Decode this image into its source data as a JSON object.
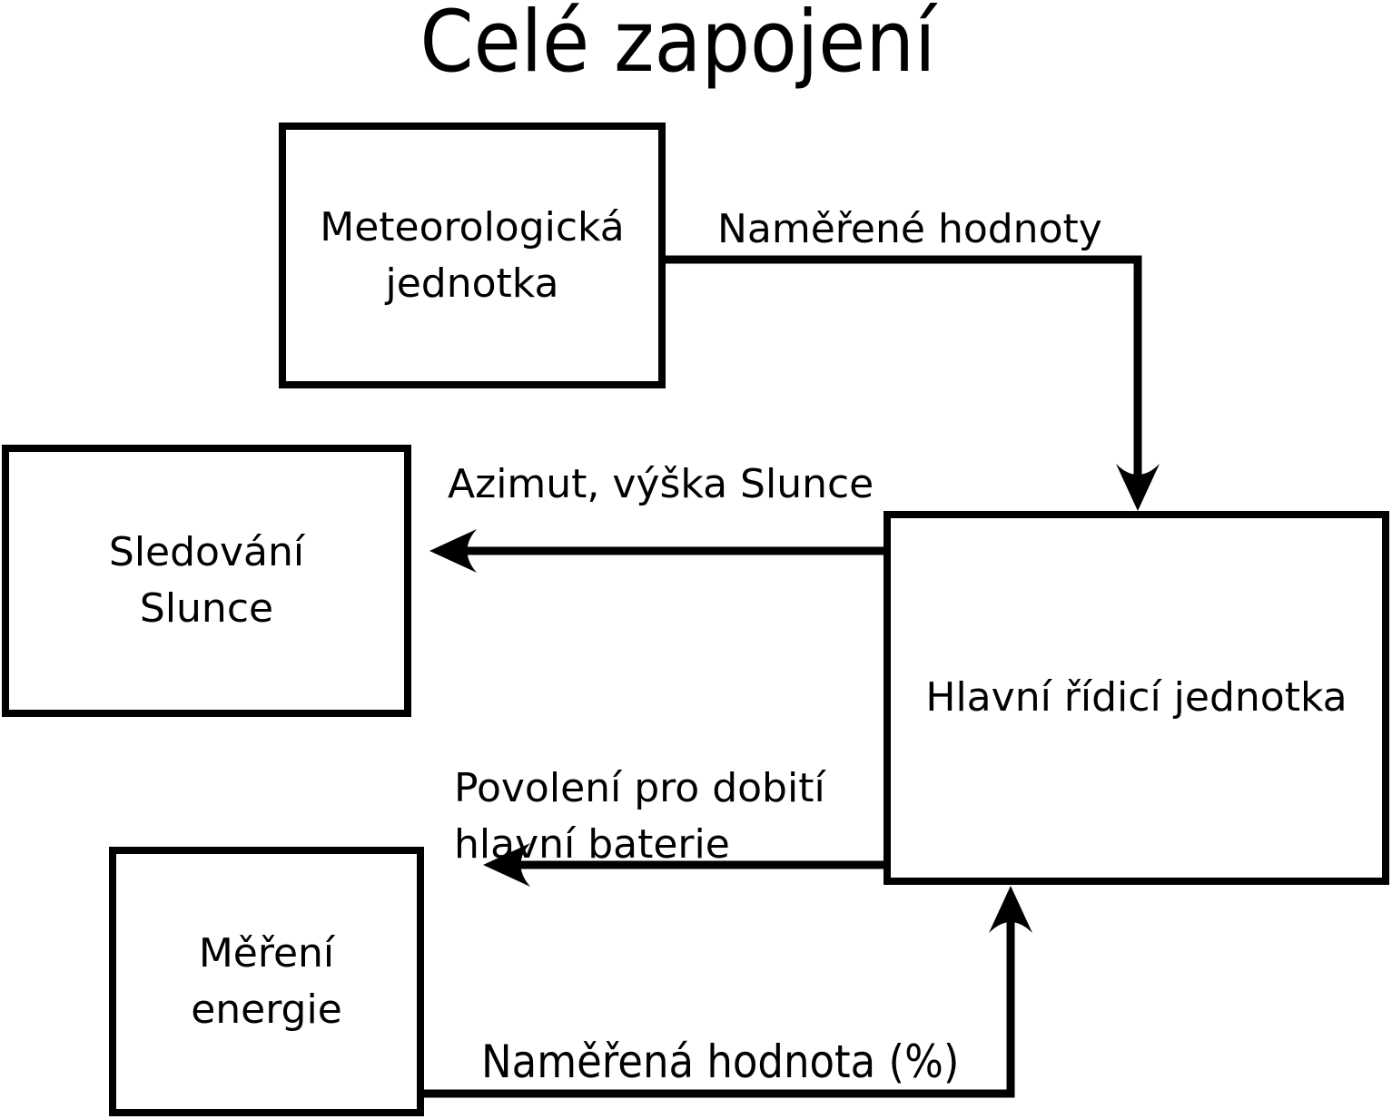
{
  "title": "Celé zapojení",
  "nodes": {
    "meteo": {
      "label": "Meteorologická\njednotka"
    },
    "sun_tracking": {
      "label": "Sledování\nSlunce"
    },
    "energy": {
      "label": "Měření\nenergie"
    },
    "main_control": {
      "label": "Hlavní řídicí jednotka"
    }
  },
  "edges": {
    "measured_values": {
      "label": "Naměřené hodnoty"
    },
    "sun_position": {
      "label": "Azimut, výška Slunce"
    },
    "charge_permission": {
      "label": "Povolení pro dobití\nhlavní baterie"
    },
    "measured_percentage": {
      "label": "Naměřená hodnota (%)"
    }
  },
  "colors": {
    "stroke": "#000000",
    "text": "#000000",
    "background": "#ffffff"
  }
}
